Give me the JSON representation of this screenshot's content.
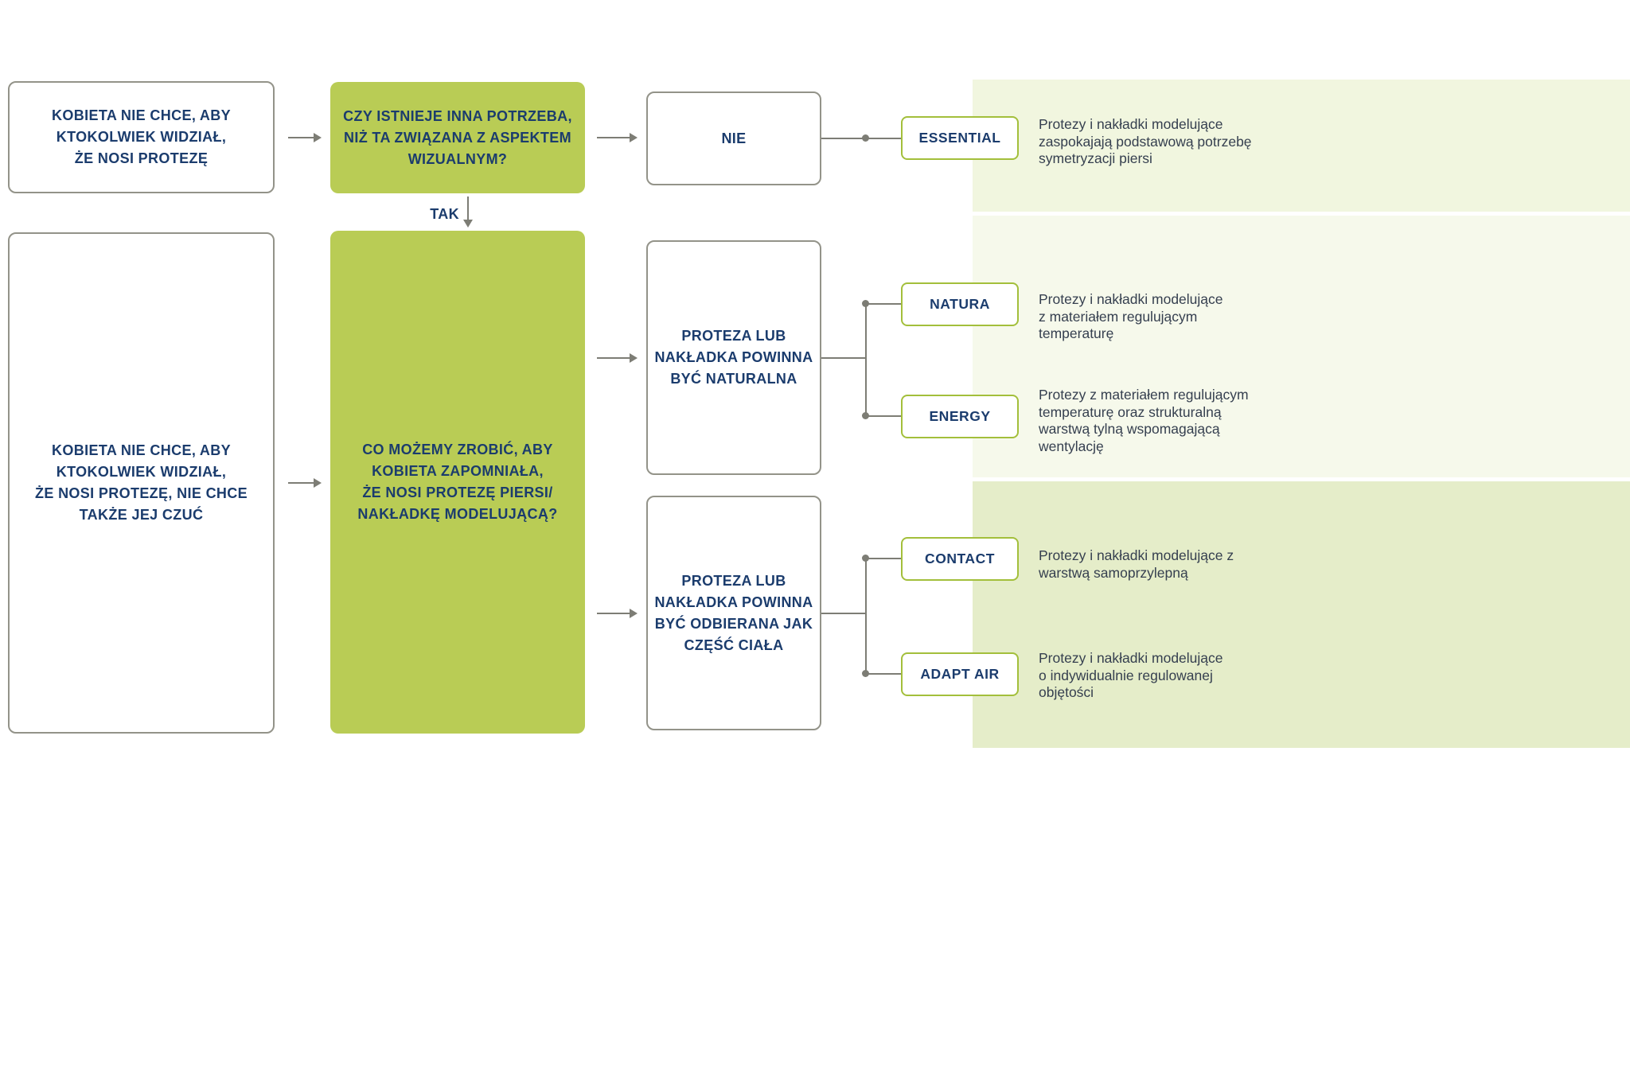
{
  "palette": {
    "navy": "#1b3c6d",
    "green_fill": "#b9cc55",
    "green_border": "#a3bf3b",
    "gray_border": "#939389",
    "line": "#7d7d75",
    "desc_text": "#353f4f",
    "strip_top": "#f1f6df",
    "strip_middle": "#f6f9eb",
    "strip_bottom": "#e5edc9"
  },
  "nodes": {
    "need_visual": "KOBIETA NIE CHCE, ABY\nKTOKOLWIEK WIDZIAŁ,\nŻE NOSI PROTEZĘ",
    "question_other_need": "CZY ISTNIEJE INNA POTRZEBA,\nNIŻ TA ZWIĄZANA Z ASPEKTEM\nWIZUALNYM?",
    "answer_no": "NIE",
    "answer_yes": "TAK",
    "need_feel": "KOBIETA NIE CHCE, ABY\nKTOKOLWIEK WIDZIAŁ,\nŻE NOSI PROTEZĘ, NIE CHCE\nTAKŻE JEJ CZUĆ",
    "question_forget": "CO MOŻEMY ZROBIĆ, ABY\nKOBIETA ZAPOMNIAŁA,\nŻE NOSI PROTEZĘ PIERSI/\nNAKŁADKĘ MODELUJĄCĄ?",
    "natural": "PROTEZA LUB\nNAKŁADKA POWINNA\nBYĆ NATURALNA",
    "body_part": "PROTEZA LUB\nNAKŁADKA POWINNA\nBYĆ ODBIERANA JAK\nCZĘŚĆ CIAŁA"
  },
  "products": [
    {
      "name": "ESSENTIAL",
      "desc": "Protezy i nakładki modelujące\nzaspokajają podstawową potrzebę\nsymetryzacji piersi"
    },
    {
      "name": "NATURA",
      "desc": "Protezy i nakładki modelujące\nz materiałem regulującym\ntemperaturę"
    },
    {
      "name": "ENERGY",
      "desc": "Protezy z materiałem regulującym\ntemperaturę oraz strukturalną\nwarstwą tylną wspomagającą\nwentylację"
    },
    {
      "name": "CONTACT",
      "desc": "Protezy i nakładki modelujące z\nwarstwą samoprzylepną"
    },
    {
      "name": "ADAPT AIR",
      "desc": "Protezy i nakładki modelujące\no indywidualnie regulowanej\nobjętości"
    }
  ]
}
